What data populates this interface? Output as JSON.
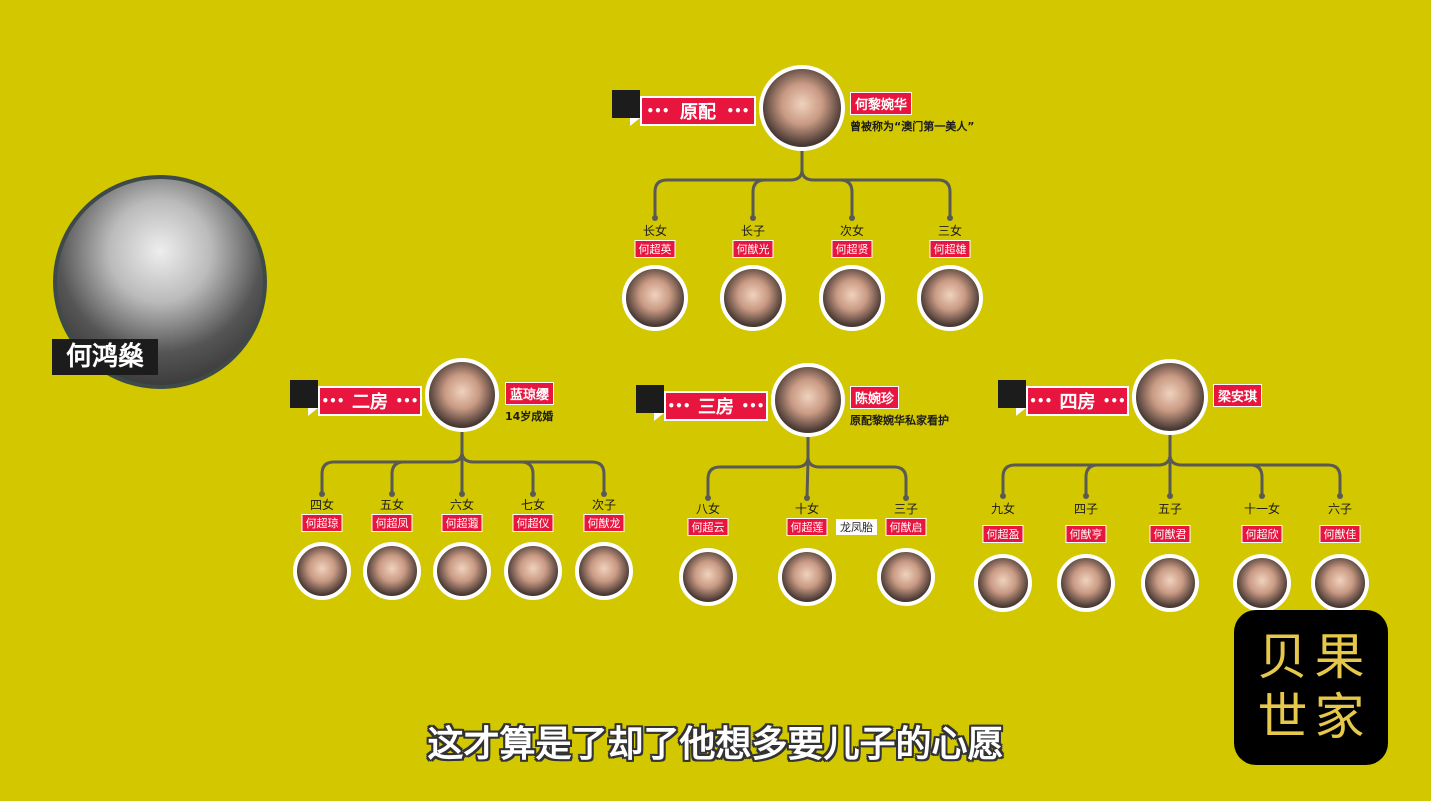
{
  "patriarch": {
    "name": "何鸿燊"
  },
  "families": [
    {
      "label": "原配",
      "dots": "•••",
      "mother": {
        "name": "何黎婉华",
        "note": "曾被称为“澳门第一美人”"
      },
      "children": [
        {
          "role": "长女",
          "name": "何超英"
        },
        {
          "role": "长子",
          "name": "何猷光"
        },
        {
          "role": "次女",
          "name": "何超贤"
        },
        {
          "role": "三女",
          "name": "何超雄"
        }
      ]
    },
    {
      "label": "二房",
      "dots": "•••",
      "mother": {
        "name": "蓝琼缨",
        "note": "14岁成婚"
      },
      "children": [
        {
          "role": "四女",
          "name": "何超琼"
        },
        {
          "role": "五女",
          "name": "何超凤"
        },
        {
          "role": "六女",
          "name": "何超蕸"
        },
        {
          "role": "七女",
          "name": "何超仪"
        },
        {
          "role": "次子",
          "name": "何猷龙"
        }
      ]
    },
    {
      "label": "三房",
      "dots": "•••",
      "mother": {
        "name": "陈婉珍",
        "note": "原配黎婉华私家看护"
      },
      "twin_label": "龙凤胎",
      "children": [
        {
          "role": "八女",
          "name": "何超云"
        },
        {
          "role": "十女",
          "name": "何超莲"
        },
        {
          "role": "三子",
          "name": "何猷启"
        }
      ]
    },
    {
      "label": "四房",
      "dots": "•••",
      "mother": {
        "name": "梁安琪",
        "note": ""
      },
      "children": [
        {
          "role": "九女",
          "name": "何超盈"
        },
        {
          "role": "四子",
          "name": "何猷亨"
        },
        {
          "role": "五子",
          "name": "何猷君"
        },
        {
          "role": "十一女",
          "name": "何超欣"
        },
        {
          "role": "六子",
          "name": "何猷佳"
        }
      ]
    }
  ],
  "subtitle": "这才算是了却了他想多要儿子的心愿",
  "logo": {
    "chars": [
      "贝",
      "果",
      "世",
      "家"
    ]
  },
  "colors": {
    "background": "#d3c700",
    "accent": "#e8163f",
    "line": "#5a5a55",
    "logo_text": "#e6c84a"
  }
}
